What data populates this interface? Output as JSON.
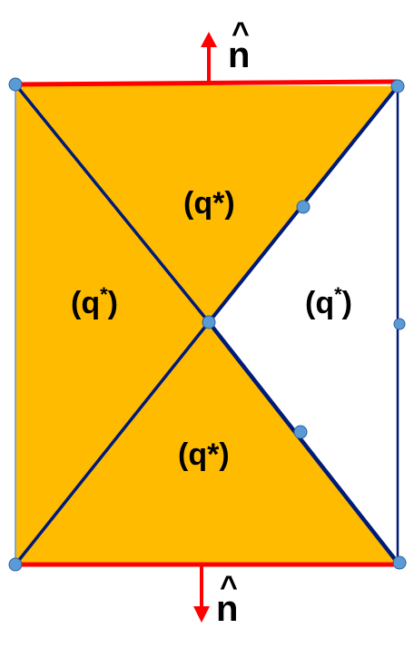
{
  "colors": {
    "fill": "#ffbb00",
    "edge": "#001a7a",
    "boundary": "#ff0000",
    "vertex": "#5b9bd5",
    "side": "#7fa8d8"
  },
  "labels": {
    "top_triangle": {
      "main": "(q",
      "sup": "*",
      "close": ")"
    },
    "left_triangle": {
      "main": "(q",
      "sup": "*",
      "close": ")"
    },
    "right_triangle": {
      "main": "(q",
      "sup": "*",
      "close": ")"
    },
    "bottom_triangle": {
      "main": "(q",
      "sup": "*",
      "close": ")"
    },
    "normal_top": "n",
    "normal_bottom": "n",
    "hat": "^"
  }
}
